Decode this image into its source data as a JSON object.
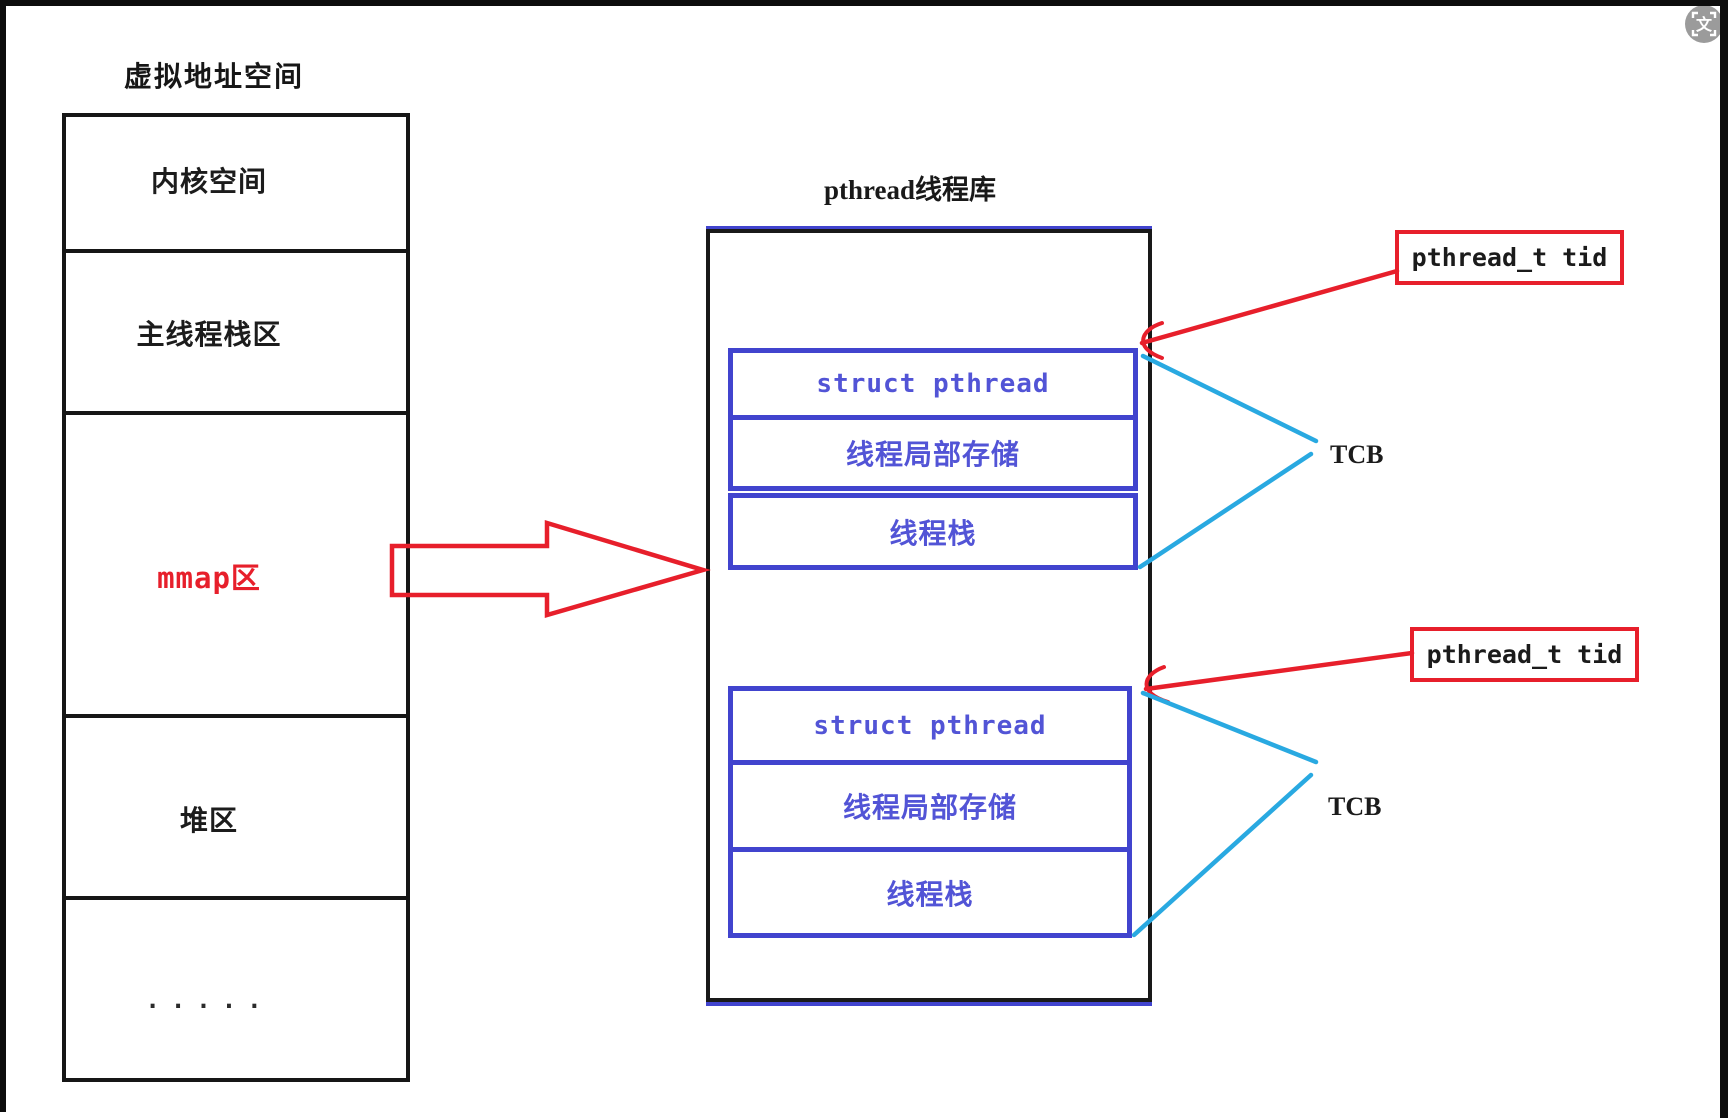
{
  "left_panel": {
    "title": "虚拟地址空间",
    "sections": [
      {
        "label": "内核空间"
      },
      {
        "label": "主线程栈区"
      },
      {
        "label": "mmap区"
      },
      {
        "label": "堆区"
      },
      {
        "label": "....."
      }
    ]
  },
  "pthread_panel": {
    "title": "pthread线程库",
    "groups": [
      {
        "rows": [
          "struct pthread",
          "线程局部存储",
          "线程栈"
        ],
        "tcb_label": "TCB",
        "tid_label": "pthread_t tid"
      },
      {
        "rows": [
          "struct pthread",
          "线程局部存储",
          "线程栈"
        ],
        "tcb_label": "TCB",
        "tid_label": "pthread_t tid"
      }
    ]
  },
  "overlay": {
    "translate_icon_glyph": "文"
  },
  "colors": {
    "accent_red": "#e71f2b",
    "box_blue": "#4144ce",
    "text_blue": "#5254d6",
    "cyan": "#29a9e1",
    "line_black": "#161616",
    "icon_gray": "#9b9b9b"
  }
}
